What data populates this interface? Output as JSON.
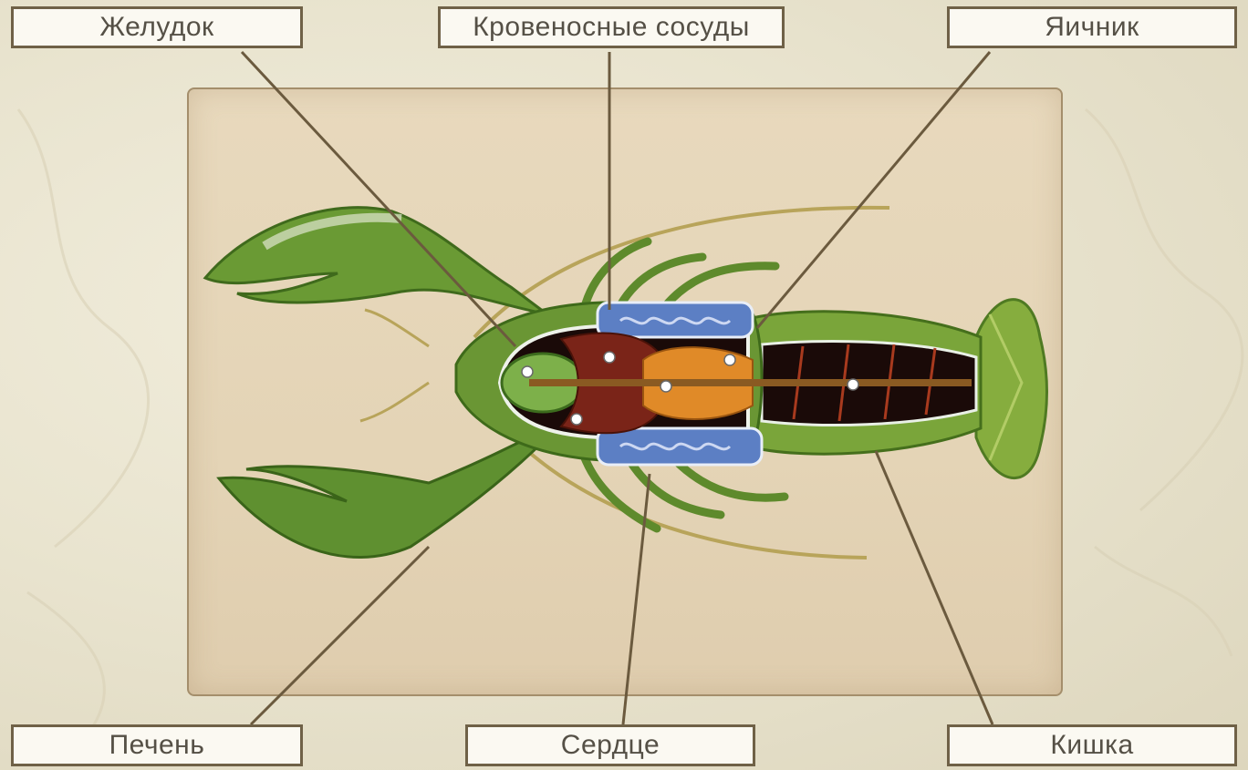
{
  "labels": {
    "stomach": "Желудок",
    "blood_vessels": "Кровеносные сосуды",
    "ovary": "Яичник",
    "liver": "Печень",
    "heart": "Сердце",
    "gut": "Кишка"
  },
  "colors": {
    "panel": "#e6d7ba",
    "label_border": "#6f6147",
    "leader_line": "#6b5a3e",
    "body_green": "#6f9a3a",
    "vessels_blue": "#5c7fc4",
    "liver_red": "#7a2418",
    "heart_orange": "#e08a28",
    "gut_black": "#1a0a08"
  }
}
